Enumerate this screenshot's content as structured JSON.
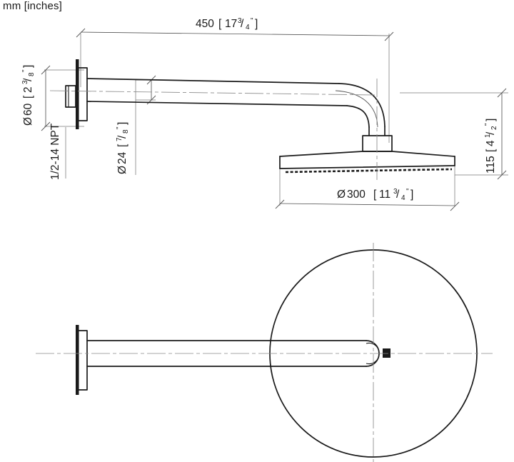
{
  "document": {
    "type": "technical-drawing",
    "subject": "Wall-mounted rain shower head with shower arm",
    "units_note": "mm [inches]",
    "line_color": "#1a1a1a",
    "background": "#ffffff",
    "views": [
      {
        "name": "side-elevation",
        "position": "top"
      },
      {
        "name": "bottom-plan-view",
        "position": "bottom"
      }
    ]
  },
  "dimensions": {
    "arm_projection": {
      "name": "arm-projection",
      "metric": "450",
      "imperial_whole": "17",
      "imperial_num": "3",
      "imperial_den": "4",
      "imperial_unit": "\"",
      "full": "450 [17¾\"]",
      "orientation": "horizontal",
      "view": "side-elevation"
    },
    "flange_diameter": {
      "name": "flange-diameter",
      "symbol": "Ø",
      "metric": "60",
      "imperial_whole": "2",
      "imperial_num": "3",
      "imperial_den": "8",
      "imperial_unit": "\"",
      "full": "Ø 60 [2⅜\"]",
      "orientation": "vertical",
      "view": "side-elevation"
    },
    "arm_tube_diameter": {
      "name": "arm-tube-diameter",
      "symbol": "Ø",
      "metric": "24",
      "imperial_whole": "",
      "imperial_num": "7",
      "imperial_den": "8",
      "imperial_unit": "\"",
      "full": "Ø 24 [⅞\"]",
      "orientation": "vertical",
      "view": "side-elevation"
    },
    "drop_height": {
      "name": "drop-height",
      "metric": "115",
      "imperial_whole": "4",
      "imperial_num": "1",
      "imperial_den": "2",
      "imperial_unit": "\"",
      "full": "115 [4½\"]",
      "orientation": "vertical",
      "view": "side-elevation"
    },
    "head_diameter": {
      "name": "head-diameter",
      "symbol": "Ø",
      "metric": "300",
      "imperial_whole": "11",
      "imperial_num": "3",
      "imperial_den": "4",
      "imperial_unit": "\"",
      "full": "Ø 300 [11¾\"]",
      "orientation": "horizontal",
      "view": "side-elevation"
    }
  },
  "annotations": {
    "thread_spec": {
      "name": "thread-specification",
      "text": "1/2-14 NPT",
      "orientation": "vertical",
      "view": "side-elevation"
    }
  },
  "parts": {
    "wall_flange": "wall-flange",
    "npt_nipple": "npt-thread-nipple",
    "shower_arm": "shower-arm-tube",
    "elbow": "elbow-bend",
    "ball_collar": "ball-joint-collar",
    "shower_head": "rain-shower-head-disc",
    "spray_face": "spray-face-nozzles",
    "set_screw": "set-screw"
  }
}
